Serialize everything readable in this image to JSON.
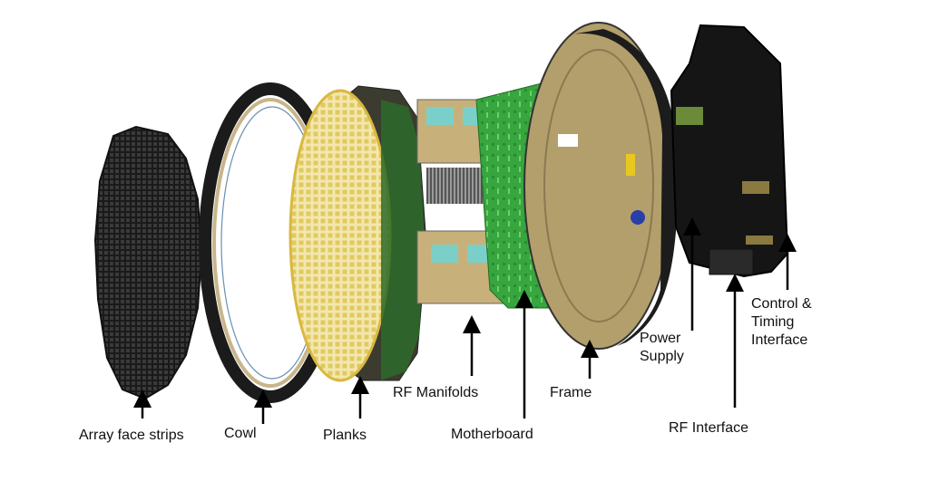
{
  "labels": {
    "array_face_strips": "Array face strips",
    "cowl": "Cowl",
    "planks": "Planks",
    "rf_manifolds": "RF Manifolds",
    "motherboard": "Motherboard",
    "frame": "Frame",
    "power_supply": [
      "Power",
      "Supply"
    ],
    "rf_interface": "RF Interface",
    "control_timing": [
      "Control &",
      "Timing",
      "Interface"
    ]
  },
  "colors": {
    "dark_body": "#1c1c1c",
    "tan": "#c9b58a",
    "yellow": "#e9d76a",
    "pcb_green": "#36a83e",
    "arrow": "#000000"
  }
}
